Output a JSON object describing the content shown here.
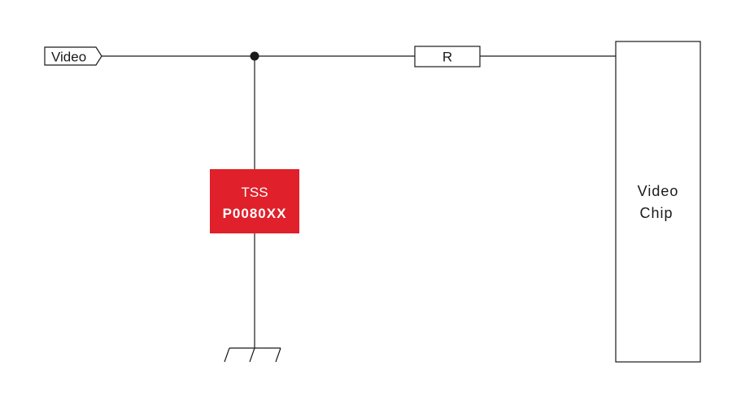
{
  "diagram": {
    "input_port": {
      "label": "Video"
    },
    "resistor": {
      "label": "R"
    },
    "protector": {
      "line1": "TSS",
      "line2": "P0080XX",
      "color": "#e0202a"
    },
    "video_chip": {
      "line1": "Video",
      "line2": "Chip"
    },
    "ground": {
      "symbol": "ground-icon"
    }
  }
}
